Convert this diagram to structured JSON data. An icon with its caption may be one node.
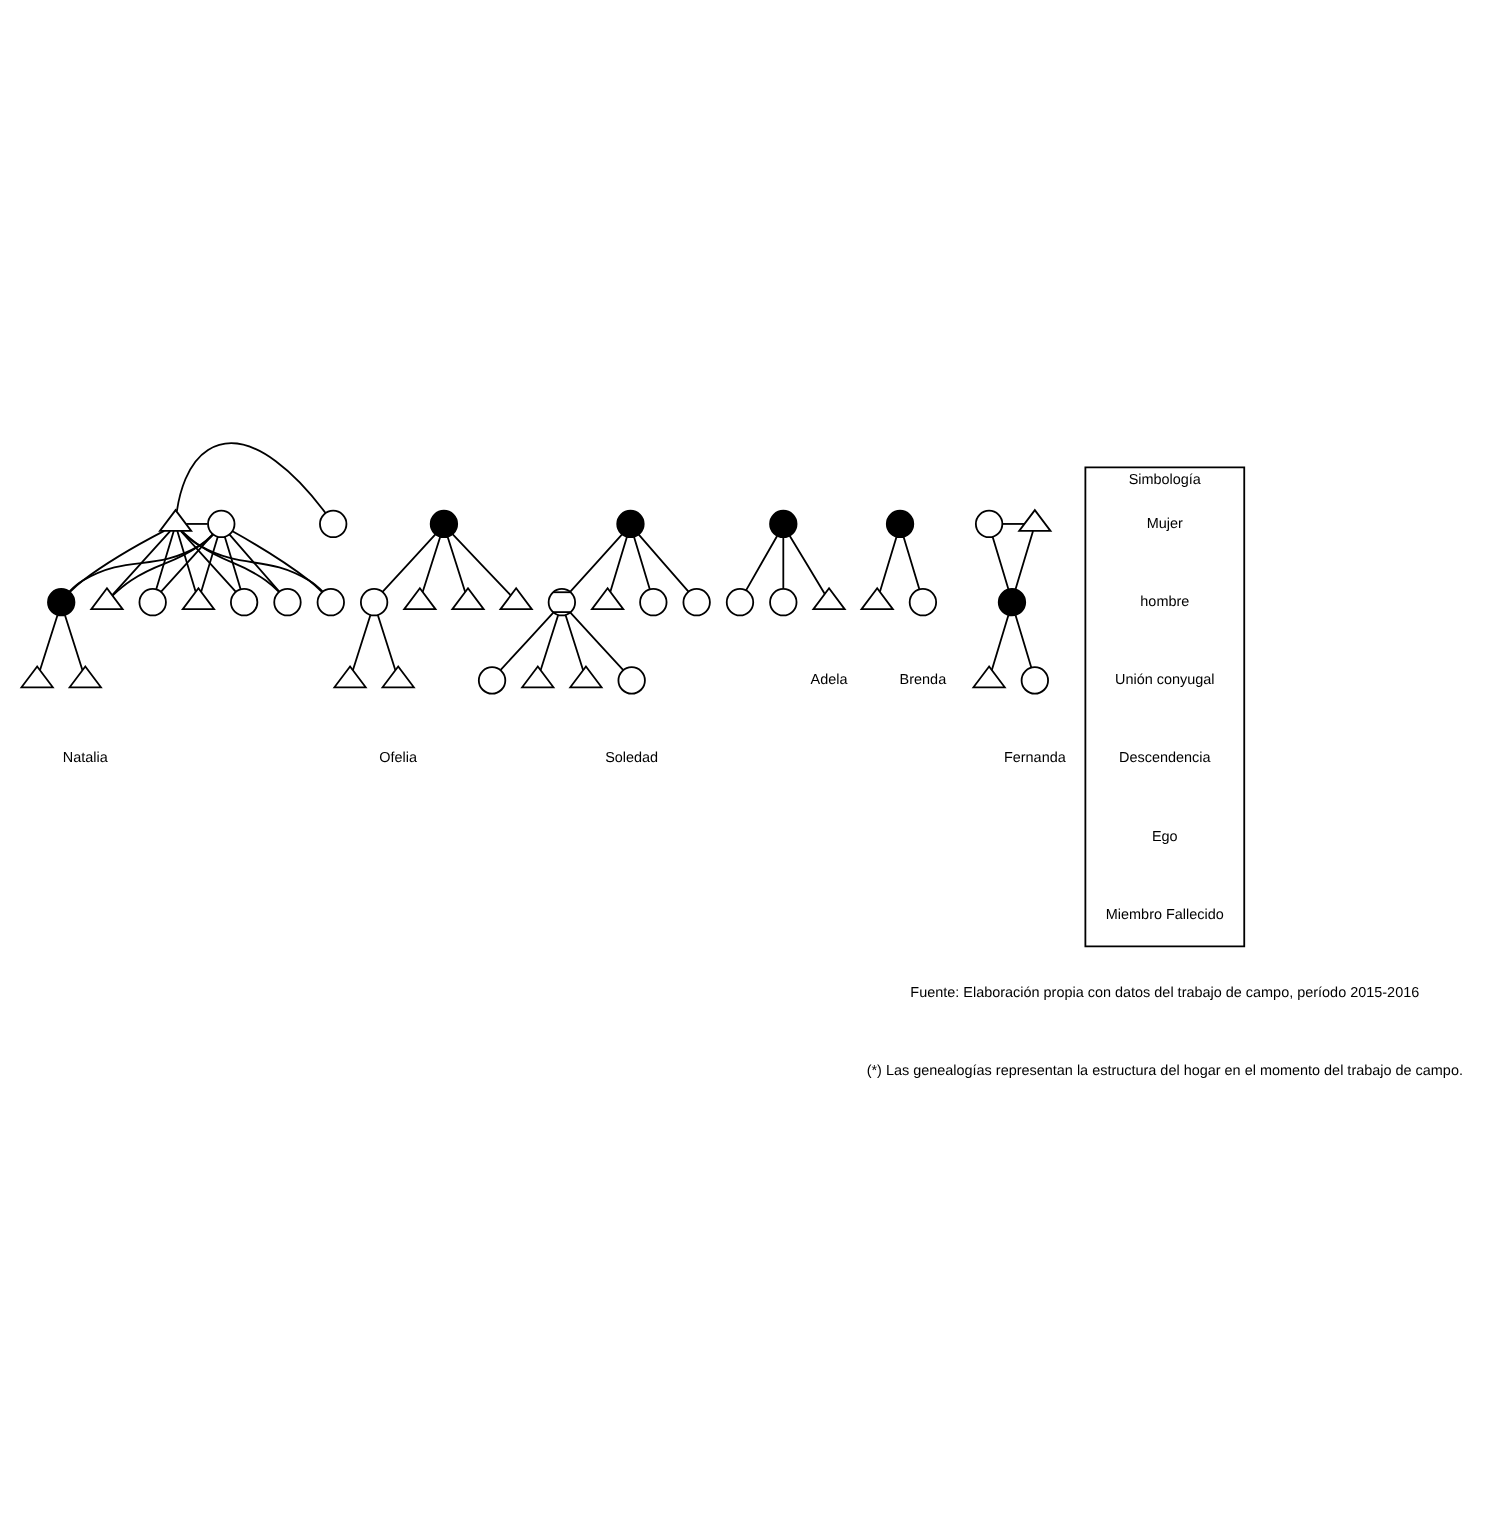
{
  "diagram": {
    "nodes": [
      {
        "text": [],
        "shape": "circle"
      },
      {
        "text": [],
        "shape": "triangle"
      },
      {
        "text": [],
        "shape": "circle"
      },
      {
        "text": [],
        "shape": "disc"
      },
      {
        "text": [],
        "shape": "triangle"
      },
      {
        "text": [],
        "shape": "circle"
      },
      {
        "text": [],
        "shape": "triangle"
      },
      {
        "text": [],
        "shape": "circle"
      },
      {
        "text": [],
        "shape": "circle"
      },
      {
        "text": [],
        "shape": "circle"
      },
      {
        "text": [],
        "shape": "triangle"
      },
      {
        "text": [],
        "shape": "triangle"
      },
      {
        "text": [],
        "shape": "disc"
      },
      {
        "text": [],
        "shape": "circle"
      },
      {
        "text": [],
        "shape": "triangle"
      },
      {
        "text": [],
        "shape": "triangle"
      },
      {
        "text": [],
        "shape": "triangle"
      },
      {
        "text": [],
        "shape": "triangle"
      },
      {
        "text": [],
        "shape": "triangle"
      },
      {
        "text": [],
        "shape": "disc"
      },
      {
        "text": [],
        "shape": "crossedcircle"
      },
      {
        "text": [],
        "shape": "triangle"
      },
      {
        "text": [],
        "shape": "circle"
      },
      {
        "text": [],
        "shape": "circle"
      },
      {
        "text": [],
        "shape": "circle"
      },
      {
        "text": [],
        "shape": "triangle"
      },
      {
        "text": [],
        "shape": "triangle"
      },
      {
        "text": [],
        "shape": "circle"
      },
      {
        "text": [],
        "shape": "disc"
      },
      {
        "text": [],
        "shape": "circle"
      },
      {
        "text": [],
        "shape": "circle"
      },
      {
        "text": [],
        "shape": "triangle"
      },
      {
        "text": [],
        "shape": "disc"
      },
      {
        "text": [],
        "shape": "triangle"
      },
      {
        "text": [],
        "shape": "circle"
      },
      {
        "text": [],
        "shape": "circle"
      },
      {
        "text": [],
        "shape": "triangle"
      },
      {
        "text": [],
        "shape": "disc"
      },
      {
        "text": [],
        "shape": "triangle"
      },
      {
        "text": [],
        "shape": "circle"
      },
      {
        "text": [
          "Simbología"
        ]
      }
    ],
    "edges": [
      {
        "from": 0,
        "to": 1,
        "arrow": "none"
      },
      {
        "from": 1,
        "to": 2,
        "arrow": "none"
      },
      {
        "from": 0,
        "to": 3,
        "arrow": "none"
      },
      {
        "from": 0,
        "to": 4,
        "arrow": "none"
      },
      {
        "from": 0,
        "to": 5,
        "arrow": "none"
      },
      {
        "from": 0,
        "to": 6,
        "arrow": "none"
      },
      {
        "from": 0,
        "to": 7,
        "arrow": "none"
      },
      {
        "from": 0,
        "to": 8,
        "arrow": "none"
      },
      {
        "from": 0,
        "to": 9,
        "arrow": "none"
      },
      {
        "from": 1,
        "to": 3,
        "arrow": "none"
      },
      {
        "from": 1,
        "to": 4,
        "arrow": "none"
      },
      {
        "from": 1,
        "to": 5,
        "arrow": "none"
      },
      {
        "from": 1,
        "to": 6,
        "arrow": "none"
      },
      {
        "from": 1,
        "to": 7,
        "arrow": "none"
      },
      {
        "from": 1,
        "to": 8,
        "arrow": "none"
      },
      {
        "from": 1,
        "to": 9,
        "arrow": "none"
      },
      {
        "from": 3,
        "to": 10,
        "arrow": "none"
      },
      {
        "from": 3,
        "to": 11,
        "arrow": "none"
      },
      {
        "from": 12,
        "to": 13,
        "arrow": "none"
      },
      {
        "from": 12,
        "to": 14,
        "arrow": "none"
      },
      {
        "from": 12,
        "to": 15,
        "arrow": "none"
      },
      {
        "from": 12,
        "to": 16,
        "arrow": "none"
      },
      {
        "from": 13,
        "to": 17,
        "arrow": "none"
      },
      {
        "from": 13,
        "to": 18,
        "arrow": "none"
      },
      {
        "from": 19,
        "to": 20,
        "arrow": "none"
      },
      {
        "from": 19,
        "to": 21,
        "arrow": "none"
      },
      {
        "from": 19,
        "to": 22,
        "arrow": "none"
      },
      {
        "from": 19,
        "to": 23,
        "arrow": "none"
      },
      {
        "from": 20,
        "to": 24,
        "arrow": "none"
      },
      {
        "from": 20,
        "to": 25,
        "arrow": "none"
      },
      {
        "from": 20,
        "to": 26,
        "arrow": "none"
      },
      {
        "from": 20,
        "to": 27,
        "arrow": "none"
      },
      {
        "from": 28,
        "to": 29,
        "arrow": "none"
      },
      {
        "from": 28,
        "to": 30,
        "arrow": "none"
      },
      {
        "from": 28,
        "to": 31,
        "arrow": "none"
      },
      {
        "from": 32,
        "to": 33,
        "arrow": "none"
      },
      {
        "from": 32,
        "to": 34,
        "arrow": "none"
      },
      {
        "from": 35,
        "to": 36,
        "arrow": "none"
      },
      {
        "from": 35,
        "to": 37,
        "arrow": "none"
      },
      {
        "from": 36,
        "to": 37,
        "arrow": "none"
      },
      {
        "from": 37,
        "to": 38,
        "arrow": "none"
      },
      {
        "from": 37,
        "to": 39,
        "arrow": "none"
      }
    ],
    "labels": [
      "Natalia",
      "Ofelia",
      "Soledad",
      "Adela",
      "Brenda",
      "Fernanda",
      "Fuente: Elaboración propia con datos del trabajo de campo, período 2015-2016",
      "(*) Las genealogías representan la estructura del hogar en el momento del trabajo de campo."
    ],
    "legend": [
      {
        "text": "Mujer"
      },
      {
        "text": "hombre"
      },
      {
        "text": "Unión conyugal"
      },
      {
        "text": "Descendencia"
      },
      {
        "text": "Ego"
      },
      {
        "text": "Miembro Fallecido"
      }
    ]
  }
}
